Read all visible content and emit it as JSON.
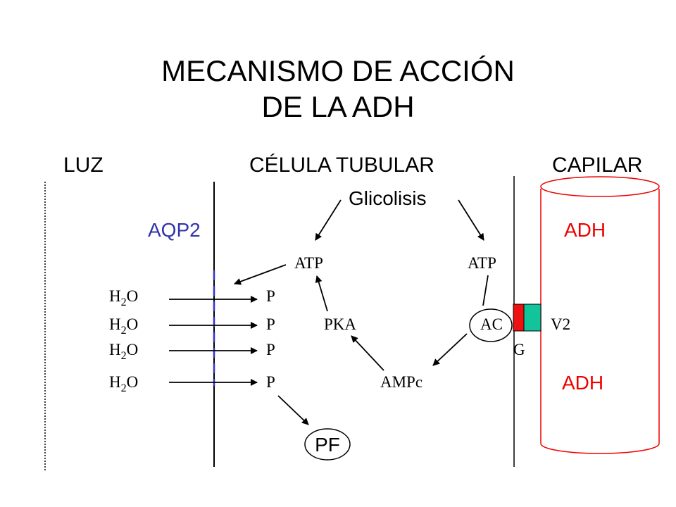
{
  "title": {
    "line1": "MECANISMO DE ACCIÓN",
    "line2": "DE LA ADH"
  },
  "headers": {
    "lumen": "LUZ",
    "cell": "CÉLULA TUBULAR",
    "capillary": "CAPILAR"
  },
  "labels": {
    "glycolysis": "Glicolisis",
    "aqp2": "AQP2",
    "adh_top": "ADH",
    "adh_bottom": "ADH",
    "atp_left": "ATP",
    "atp_right": "ATP",
    "p_rows": [
      "P",
      "P",
      "P",
      "P"
    ],
    "pka": "PKA",
    "ac": "AC",
    "v2": "V2",
    "g": "G",
    "ampc": "AMPc",
    "pf": "PF"
  },
  "water": {
    "h": "H",
    "sub": "2",
    "o": "O",
    "count": 4
  },
  "colors": {
    "aqp2": "#3333aa",
    "adh": "#ee0000",
    "capillary_outline": "#ee0000",
    "g_protein": "#ee1111",
    "v2_receptor": "#11c49a",
    "channel_dash": "#3333cc"
  }
}
